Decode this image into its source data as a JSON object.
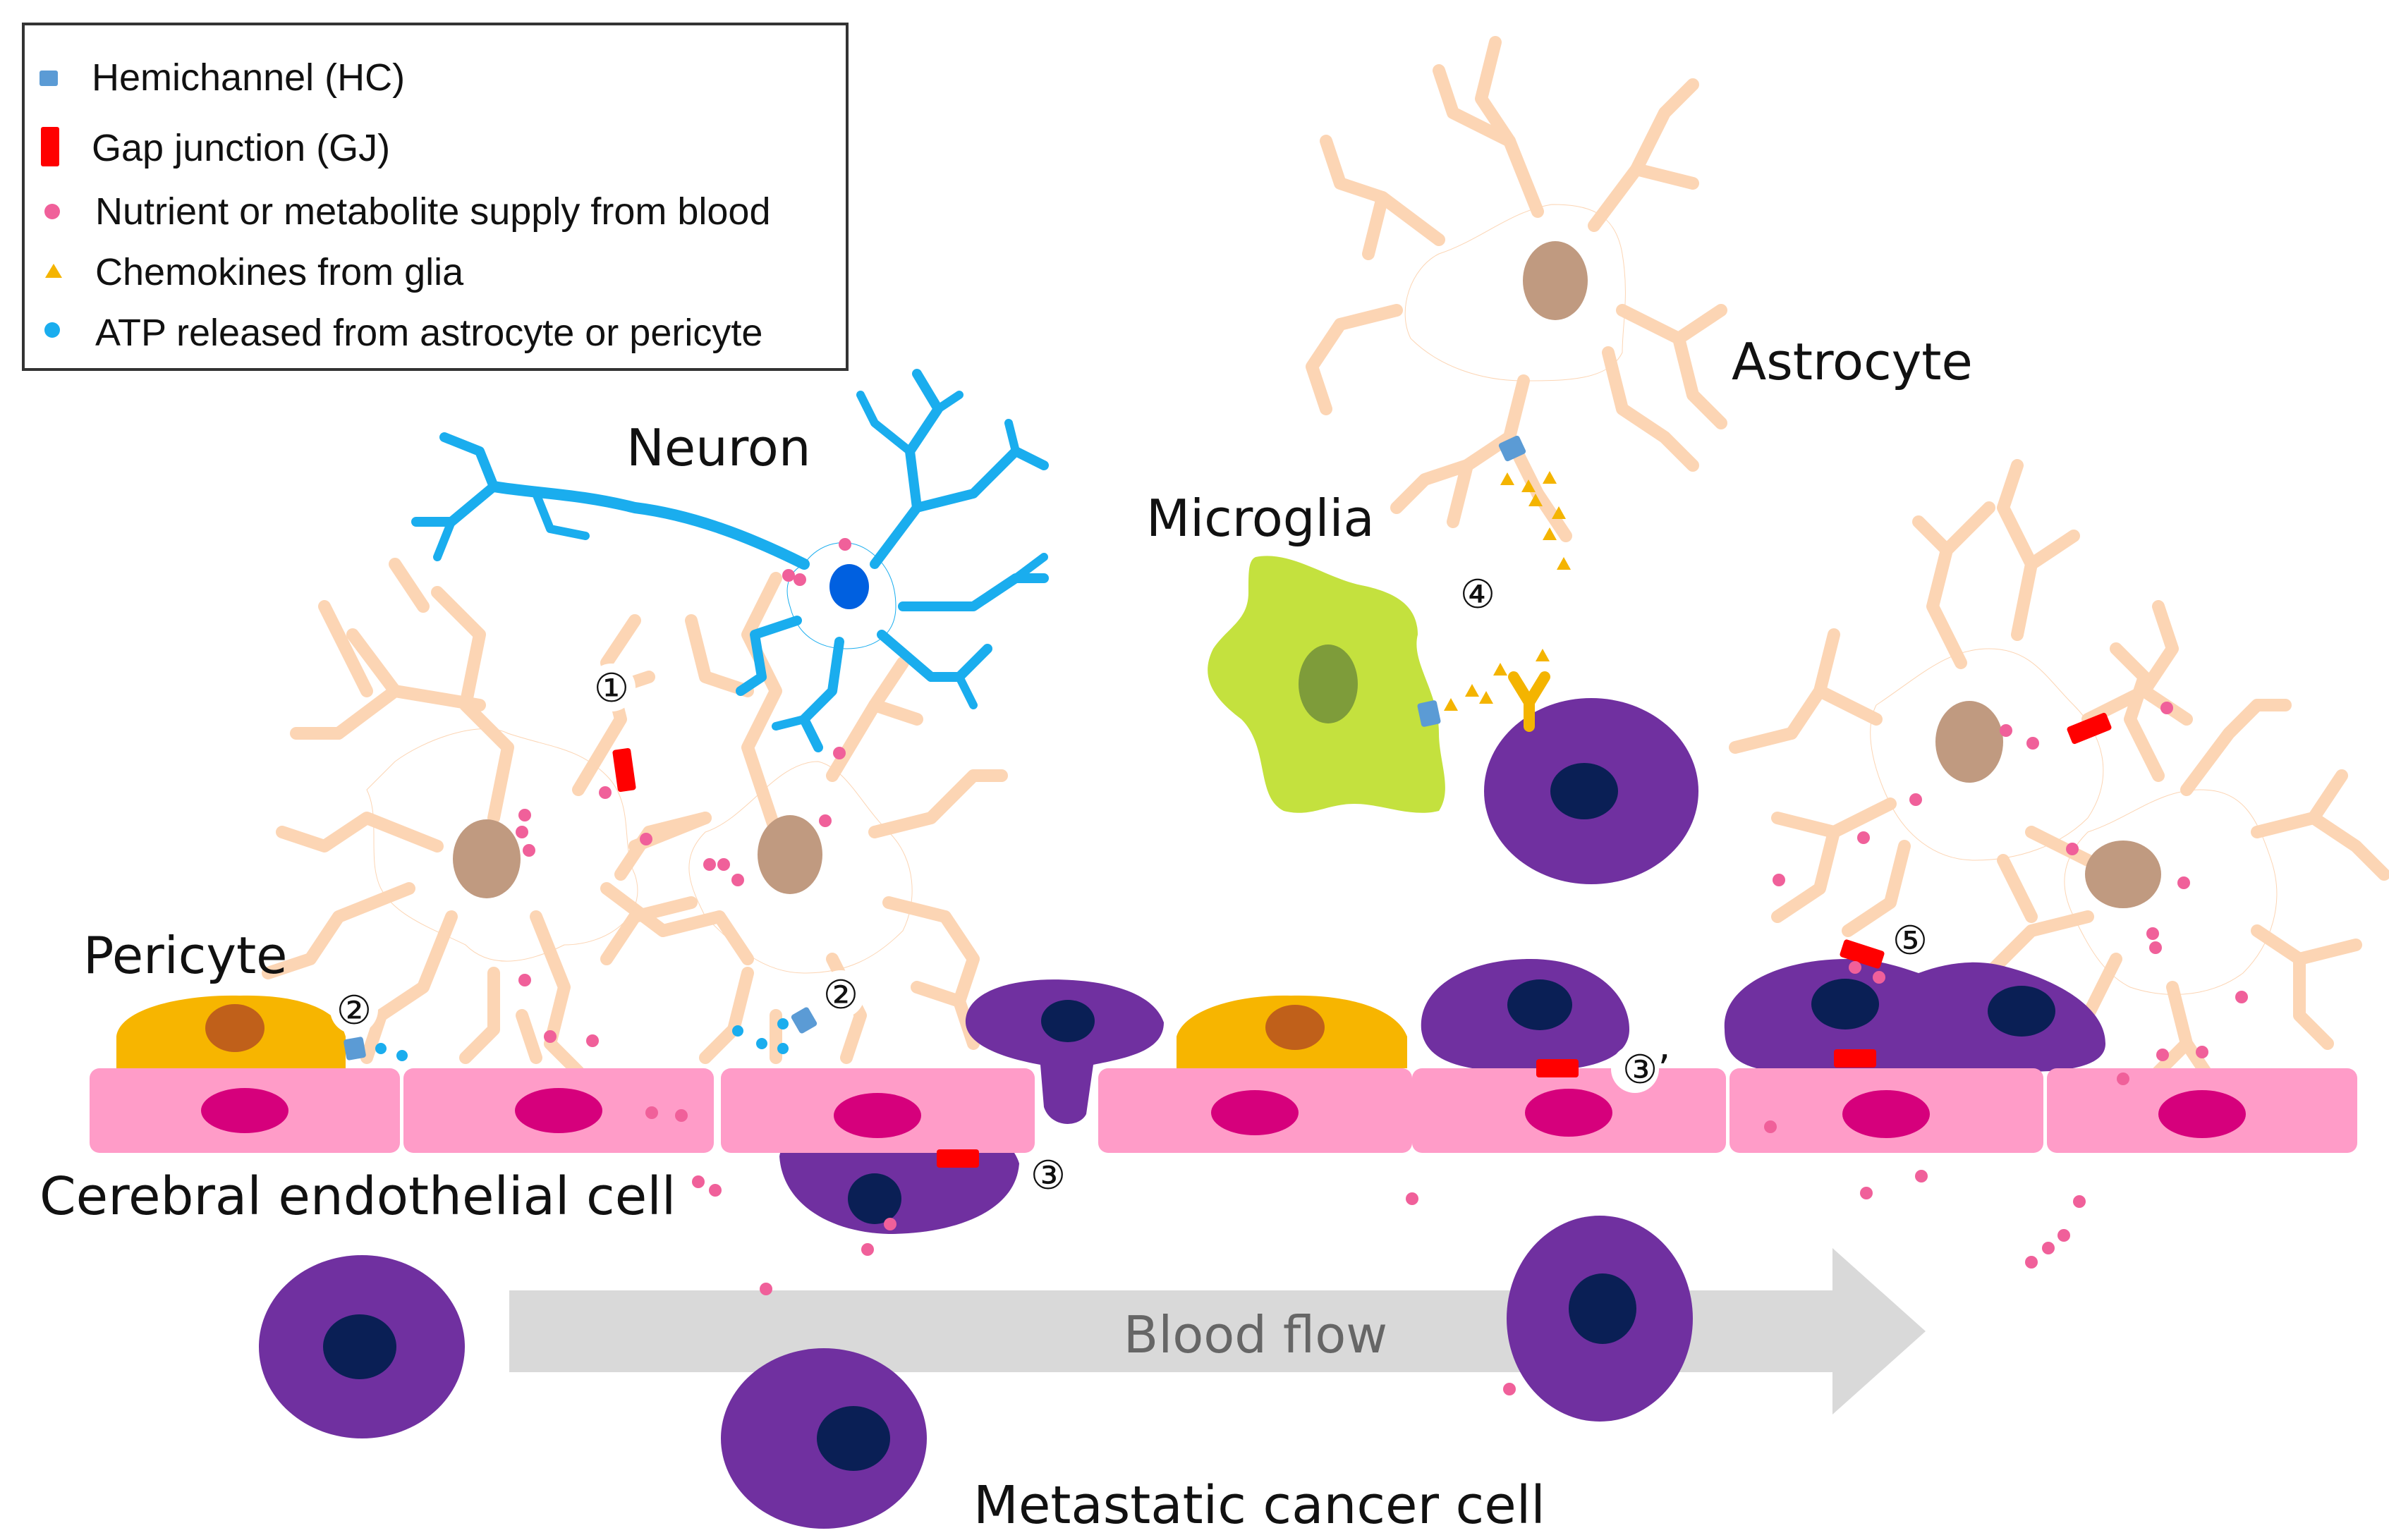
{
  "legend": {
    "items": [
      {
        "label": "Hemichannel (HC)",
        "icon": "hemichannel-icon",
        "color": "#5B9BD5"
      },
      {
        "label": "Gap junction (GJ)",
        "icon": "gap-junction-icon",
        "color": "#FF0000"
      },
      {
        "label": "Nutrient or metabolite supply from blood",
        "icon": "nutrient-dot-icon",
        "color": "#F0609A"
      },
      {
        "label": "Chemokines from glia",
        "icon": "chemokine-triangle-icon",
        "color": "#F4B400"
      },
      {
        "label": "ATP released from astrocyte or pericyte",
        "icon": "atp-dot-icon",
        "color": "#1AADEE"
      }
    ]
  },
  "labels": {
    "neuron": "Neuron",
    "astrocyte": "Astrocyte",
    "microglia": "Microglia",
    "pericyte": "Pericyte",
    "endothelial": "Cerebral endothelial cell",
    "blood_flow": "Blood flow",
    "cancer": "Metastatic cancer  cell"
  },
  "steps": {
    "s1": "①",
    "s2a": "②",
    "s2b": "②",
    "s3": "③",
    "s3p": "③’",
    "s4": "④",
    "s5": "⑤"
  },
  "colors": {
    "astrocyte_body": "#FCD5B4",
    "astrocyte_nucleus": "#C09A80",
    "neuron": "#1AADEE",
    "neuron_nucleus": "#0060E0",
    "microglia": "#C4E13E",
    "microglia_nucleus": "#7E9C3A",
    "pericyte": "#F7B500",
    "pericyte_nucleus": "#C0601A",
    "endothelial": "#FF9CC8",
    "endothelial_nucleus": "#D6007C",
    "cancer": "#7030A0",
    "cancer_nucleus": "#0A1F55",
    "gap_junction": "#FF0000",
    "hemichannel": "#5B9BD5",
    "receptor": "#F4B400",
    "blood_flow_arrow": "#D9D9D9"
  }
}
